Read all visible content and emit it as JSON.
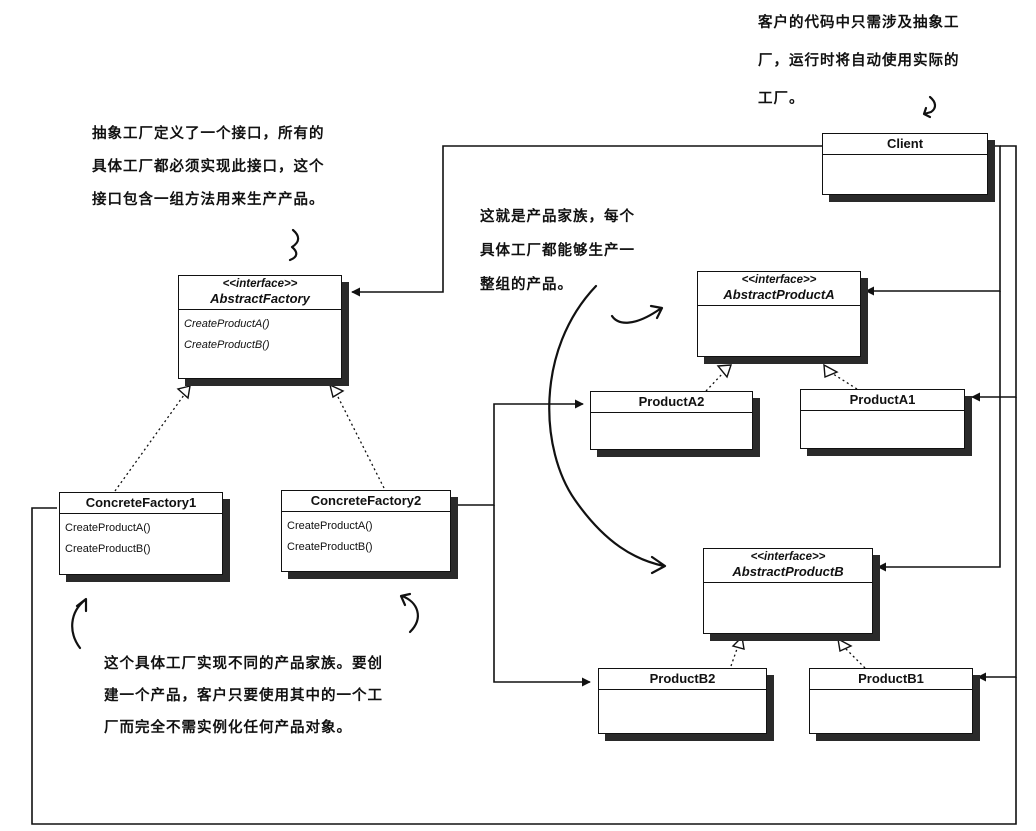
{
  "notes": {
    "client_note": [
      "客户的代码中只需涉及抽象工",
      "厂，运行时将自动使用实际的",
      "工厂。"
    ],
    "factory_note": [
      "抽象工厂定义了一个接口，所有的",
      "具体工厂都必须实现此接口，这个",
      "接口包含一组方法用来生产产品。"
    ],
    "family_note": [
      "这就是产品家族，每个",
      "具体工厂都能够生产一",
      "整组的产品。"
    ],
    "concrete_note": [
      "这个具体工厂实现不同的产品家族。要创",
      "建一个产品，客户只要使用其中的一个工",
      "厂而完全不需实例化任何产品对象。"
    ]
  },
  "classes": {
    "client": {
      "name": "Client",
      "methods": []
    },
    "abstract_factory": {
      "stereotype": "<<interface>>",
      "name": "AbstractFactory",
      "methods": [
        "CreateProductA()",
        "CreateProductB()"
      ]
    },
    "concrete_factory1": {
      "name": "ConcreteFactory1",
      "methods": [
        "CreateProductA()",
        "CreateProductB()"
      ]
    },
    "concrete_factory2": {
      "name": "ConcreteFactory2",
      "methods": [
        "CreateProductA()",
        "CreateProductB()"
      ]
    },
    "abstract_product_a": {
      "stereotype": "<<interface>>",
      "name": "AbstractProductA",
      "methods": []
    },
    "product_a2": {
      "name": "ProductA2",
      "methods": []
    },
    "product_a1": {
      "name": "ProductA1",
      "methods": []
    },
    "abstract_product_b": {
      "stereotype": "<<interface>>",
      "name": "AbstractProductB",
      "methods": []
    },
    "product_b2": {
      "name": "ProductB2",
      "methods": []
    },
    "product_b1": {
      "name": "ProductB1",
      "methods": []
    }
  }
}
